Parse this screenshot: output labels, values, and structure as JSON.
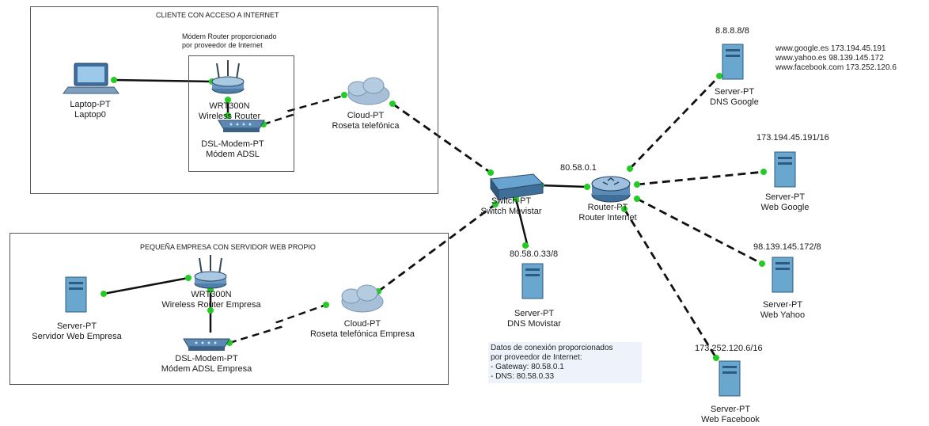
{
  "areas": {
    "cliente_title": "CLIENTE CON ACCESO A INTERNET",
    "modem_note_line1": "Módem Router proporcionado",
    "modem_note_line2": "por proveedor de Internet",
    "empresa_title": "PEQUEÑA EMPRESA CON SERVIDOR WEB PROPIO"
  },
  "devices": {
    "laptop": {
      "type": "Laptop-PT",
      "name": "Laptop0"
    },
    "wrt_cliente": {
      "type": "WRT300N",
      "name": "Wireless Router"
    },
    "dsl_cliente": {
      "type": "DSL-Modem-PT",
      "name": "Módem ADSL"
    },
    "cloud_cliente": {
      "type": "Cloud-PT",
      "name": "Roseta telefónica"
    },
    "switch": {
      "type": "Switch-PT",
      "name": "Switch Movistar"
    },
    "router": {
      "type": "Router-PT",
      "name": "Router Internet",
      "ip": "80.58.0.1"
    },
    "dns_google": {
      "type": "Server-PT",
      "name": "DNS Google",
      "ip": "8.8.8.8/8"
    },
    "web_google": {
      "type": "Server-PT",
      "name": "Web Google",
      "ip": "173.194.45.191/16"
    },
    "web_yahoo": {
      "type": "Server-PT",
      "name": "Web Yahoo",
      "ip": "98.139.145.172/8"
    },
    "web_facebook": {
      "type": "Server-PT",
      "name": "Web Facebook",
      "ip": "173.252.120.6/16"
    },
    "dns_movistar": {
      "type": "Server-PT",
      "name": "DNS Movistar",
      "ip": "80.58.0.33/8"
    },
    "server_empresa": {
      "type": "Server-PT",
      "name": "Servidor Web Empresa"
    },
    "wrt_empresa": {
      "type": "WRT300N",
      "name": "Wireless Router Empresa"
    },
    "dsl_empresa": {
      "type": "DSL-Modem-PT",
      "name": "Módem ADSL Empresa"
    },
    "cloud_empresa": {
      "type": "Cloud-PT",
      "name": "Roseta telefónica Empresa"
    }
  },
  "dns_records": [
    "www.google.es 173.194.45.191",
    "www.yahoo.es 98.139.145.172",
    "www.facebook.com 173.252.120.6"
  ],
  "isp_note": [
    "Datos de conexión proporcionados",
    "por proveedor de Internet:",
    "- Gateway: 80.58.0.1",
    "- DNS: 80.58.0.33"
  ],
  "colors": {
    "link_end": "#22cc22",
    "device_blue": "#4f8fc0",
    "server_body": "#6aa7cf",
    "note_bg": "#eef3fb"
  }
}
